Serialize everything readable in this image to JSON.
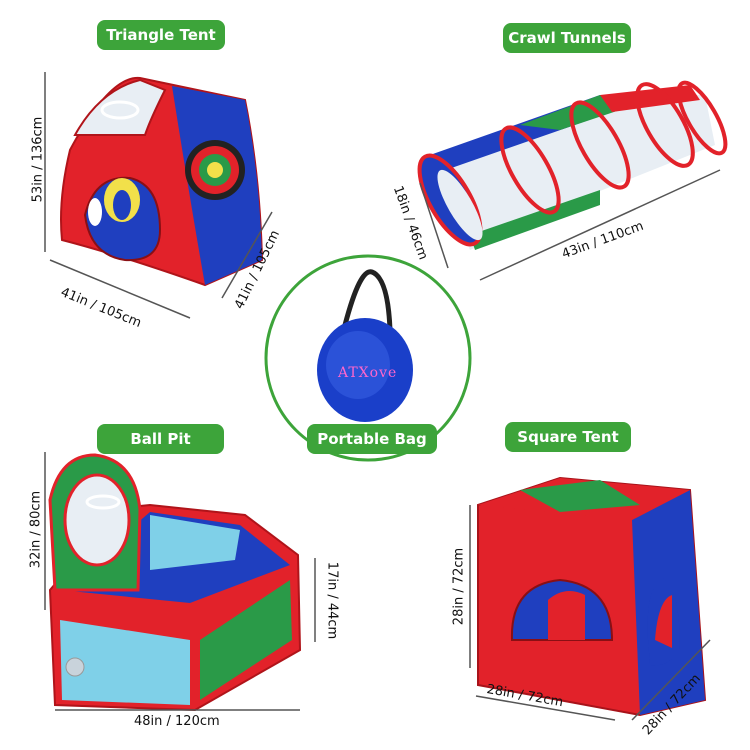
{
  "labels": {
    "triangle_tent": "Triangle Tent",
    "crawl_tunnels": "Crawl Tunnels",
    "portable_bag": "Portable Bag",
    "ball_pit": "Ball Pit",
    "square_tent": "Square Tent"
  },
  "dimensions": {
    "triangle_height": "53in / 136cm",
    "triangle_width": "41in / 105cm",
    "triangle_depth": "41in / 105cm",
    "tunnel_diameter": "18in / 46cm",
    "tunnel_length": "43in / 110cm",
    "ballpit_height": "32in / 80cm",
    "ballpit_wall": "17in / 44cm",
    "ballpit_width": "48in / 120cm",
    "square_height": "28in / 72cm",
    "square_width": "28in / 72cm",
    "square_depth": "28in / 72cm"
  },
  "bag_brand": "ATXove",
  "colors": {
    "label_green": "#3da43a",
    "tent_red": "#e2222a",
    "tent_blue": "#1f3fbf",
    "tent_green": "#2a9a48",
    "mesh": "#e8eef4",
    "light_blue": "#7fd0e8"
  }
}
